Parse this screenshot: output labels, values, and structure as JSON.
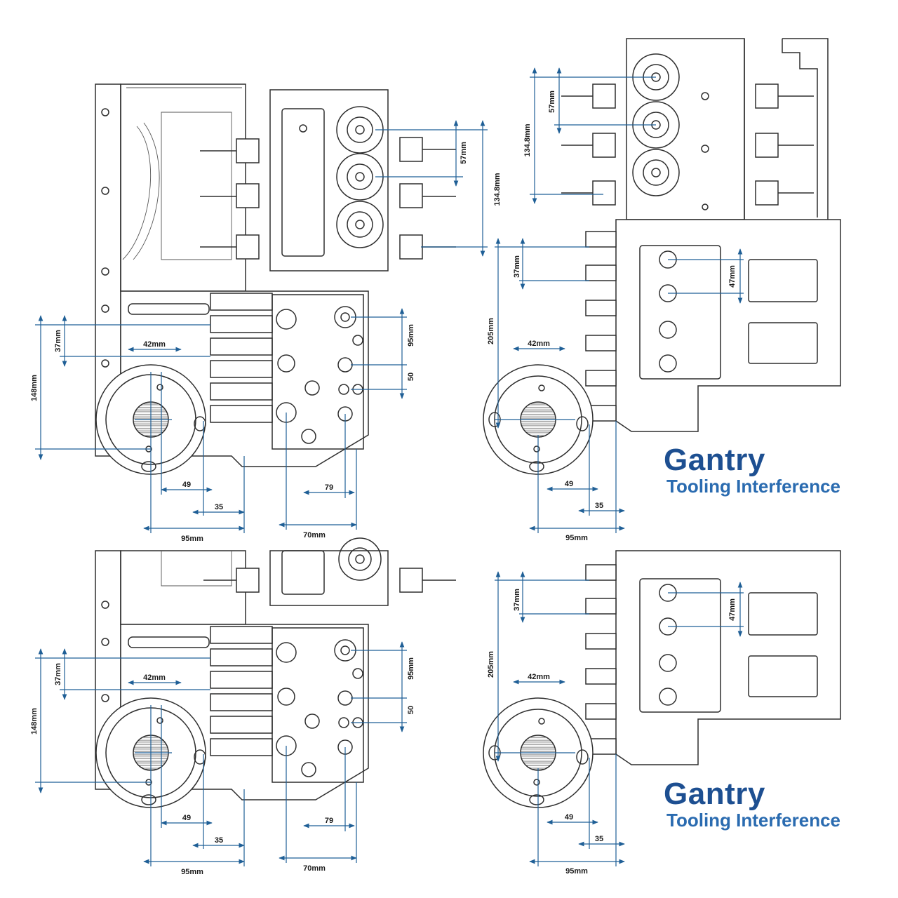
{
  "colors": {
    "dimension": "#1f5f96",
    "brand_title": "#1d4f91",
    "brand_subtitle": "#2a6bb0",
    "linework": "#2e2e2e"
  },
  "brand": {
    "title": "Gantry",
    "subtitle": "Tooling Interference"
  },
  "views": {
    "top_left": {
      "upper_head": {
        "pitch": "57mm",
        "total": "134.8mm"
      },
      "lower_block": {
        "pitch": "37mm",
        "total": "148mm",
        "bore": "42mm",
        "right_height": "95mm",
        "right_pitch": "50",
        "offset_a": "49",
        "offset_b": "35",
        "width_left": "95mm",
        "offset_c": "79",
        "width_right": "70mm"
      }
    },
    "top_right": {
      "upper_head": {
        "pitch": "57mm",
        "total": "134.8mm"
      },
      "lower_block": {
        "pitch": "37mm",
        "total": "205mm",
        "port_pitch": "47mm",
        "bore": "42mm",
        "offset_a": "49",
        "offset_b": "35",
        "width": "95mm"
      }
    },
    "bottom_left": {
      "lower_block": {
        "pitch": "37mm",
        "total": "148mm",
        "bore": "42mm",
        "right_height": "95mm",
        "right_pitch": "50",
        "offset_a": "49",
        "offset_b": "35",
        "width_left": "95mm",
        "offset_c": "79",
        "width_right": "70mm"
      }
    },
    "bottom_right": {
      "lower_block": {
        "pitch": "37mm",
        "total": "205mm",
        "port_pitch": "47mm",
        "bore": "42mm",
        "offset_a": "49",
        "offset_b": "35",
        "width": "95mm"
      }
    }
  }
}
